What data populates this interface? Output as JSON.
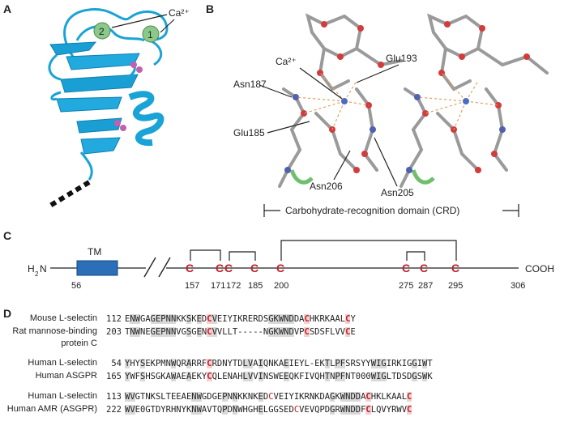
{
  "panels": {
    "a": "A",
    "b": "B",
    "c": "C",
    "d": "D"
  },
  "panel_a": {
    "ion_label": "Ca²⁺",
    "site1": "1",
    "site2": "2"
  },
  "panel_b": {
    "ion_label": "Ca²⁺",
    "residues": [
      "Asn187",
      "Glu193",
      "Glu185",
      "Asn206",
      "Asn205"
    ],
    "domain_label": "Carbohydrate-recognition domain (CRD)"
  },
  "panel_c": {
    "n_term": "H",
    "n_sub": "2",
    "n_tail": "N",
    "tm_label": "TM",
    "tm_pos": "56",
    "c_term": "COOH",
    "end_pos": "306",
    "cys_letter": "C",
    "cys_positions": [
      "157",
      "171",
      "172",
      "185",
      "200",
      "275",
      "287",
      "295"
    ]
  },
  "panel_d": [
    {
      "rows": [
        {
          "name": "Mouse L-selectin",
          "start": "112",
          "seq": "ENWGAGEPNNKKSKEDCVEIYIKRERDSGKWNDDACHKRKAALCY"
        },
        {
          "name": "Rat mannose-binding protein C",
          "start": "203",
          "seq": "TNWNEGEPNNVGSGENCVVLLT-----NGKWNDVPCSDSFLVVCE"
        }
      ]
    },
    {
      "rows": [
        {
          "name": "Human L-selectin",
          "start": "54",
          "seq": "YHYSEKPMNWQRARRFCRDNYTDLVAIQNKAEIEYL-EKTLPFSRSYYWIGIRKIGGIWT"
        },
        {
          "name": "Human ASGPR",
          "start": "165",
          "seq": "YWFSHSGKAWAEAEKYCQLENAHLVVINSWEEQKFIVQHTNPFNT000WIGLTDSDGSWK"
        }
      ]
    },
    {
      "rows": [
        {
          "name": "Human L-selectin",
          "start": "113",
          "seq": "WVGTNKSLTEEAENWGDGEPNNKKNKEDCVEIYIKRNKDAGKWNDDACHKLKAALC"
        },
        {
          "name": "Human AMR (ASGPR)",
          "start": "222",
          "seq": "WVE0GTDYRHNYKNWAVTQPDNWHGHELGGSEDCVEVQPDGRWNDDFCLQVYRWVC"
        }
      ]
    }
  ]
}
